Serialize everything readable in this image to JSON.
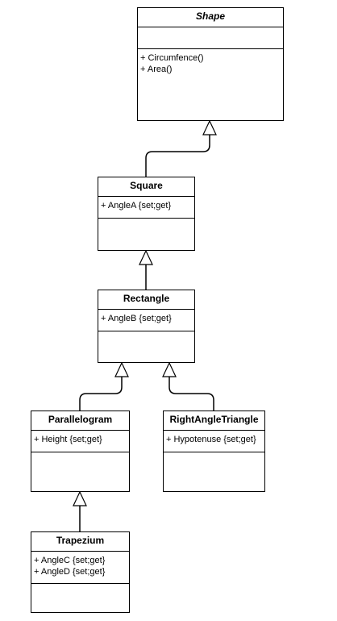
{
  "diagram": {
    "classes": {
      "shape": {
        "name": "Shape",
        "attributes": [],
        "operations": [
          "+ Circumfence()",
          "+ Area()"
        ]
      },
      "square": {
        "name": "Square",
        "attributes": [
          "+ AngleA {set;get}"
        ],
        "operations": []
      },
      "rectangle": {
        "name": "Rectangle",
        "attributes": [
          "+ AngleB {set;get}"
        ],
        "operations": []
      },
      "parallelogram": {
        "name": "Parallelogram",
        "attributes": [
          "+ Height {set;get}"
        ],
        "operations": []
      },
      "right_angle_triangle": {
        "name": "RightAngleTriangle",
        "attributes": [
          "+ Hypotenuse {set;get}"
        ],
        "operations": []
      },
      "trapezium": {
        "name": "Trapezium",
        "attributes": [
          "+ AngleC {set;get}",
          "+ AngleD {set;get}"
        ],
        "operations": []
      }
    },
    "generalizations": [
      {
        "child": "Square",
        "parent": "Shape"
      },
      {
        "child": "Rectangle",
        "parent": "Square"
      },
      {
        "child": "Parallelogram",
        "parent": "Rectangle"
      },
      {
        "child": "RightAngleTriangle",
        "parent": "Rectangle"
      },
      {
        "child": "Trapezium",
        "parent": "Parallelogram"
      }
    ]
  }
}
